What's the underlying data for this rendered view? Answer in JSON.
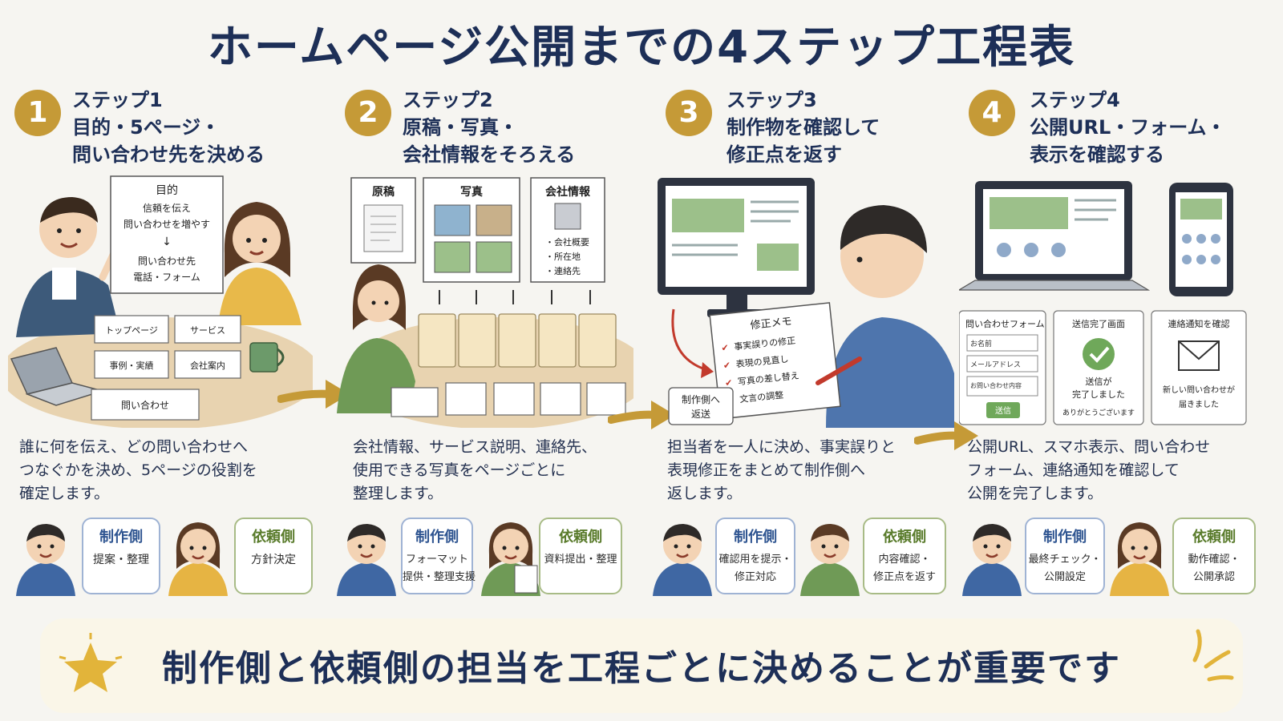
{
  "title": "ホームページ公開までの4ステップ工程表",
  "footer": "制作側と依頼側の担当を工程ごとに決めることが重要です",
  "steps": [
    {
      "num": "1",
      "title_lines": [
        "ステップ1",
        "目的・5ページ・",
        "問い合わせ先を決める"
      ],
      "note": [
        "目的",
        "信頼を伝え",
        "問い合わせを増やす",
        "↓",
        "問い合わせ先",
        "電話・フォーム"
      ],
      "cards": [
        "トップページ",
        "サービス",
        "事例・実績",
        "会社案内",
        "問い合わせ"
      ],
      "desc": [
        "誰に何を伝え、どの問い合わせへ",
        "つなぐかを決め、5ページの役割を",
        "確定します。"
      ],
      "producer": {
        "label": "制作側",
        "tasks": [
          "提案・整理"
        ]
      },
      "client": {
        "label": "依頼側",
        "tasks": [
          "方針決定"
        ]
      }
    },
    {
      "num": "2",
      "title_lines": [
        "ステップ2",
        "原稿・写真・",
        "会社情報をそろえる"
      ],
      "boxes": {
        "draft": "原稿",
        "photos": "写真",
        "company": "会社情報",
        "company_items": [
          "・会社概要",
          "・所在地",
          "・連絡先"
        ]
      },
      "desc": [
        "会社情報、サービス説明、連絡先、",
        "使用できる写真をページごとに",
        "整理します。"
      ],
      "producer": {
        "label": "制作側",
        "tasks": [
          "フォーマット",
          "提供・整理支援"
        ]
      },
      "client": {
        "label": "依頼側",
        "tasks": [
          "資料提出・整理"
        ]
      }
    },
    {
      "num": "3",
      "title_lines": [
        "ステップ3",
        "制作物を確認して",
        "修正点を返す"
      ],
      "memo": [
        "修正メモ",
        "事実誤りの修正",
        "表現の見直し",
        "写真の差し替え",
        "文言の調整"
      ],
      "return_label": [
        "制作側へ",
        "返送"
      ],
      "desc": [
        "担当者を一人に決め、事実誤りと",
        "表現修正をまとめて制作側へ",
        "返します。"
      ],
      "producer": {
        "label": "制作側",
        "tasks": [
          "確認用を提示・",
          "修正対応"
        ]
      },
      "client": {
        "label": "依頼側",
        "tasks": [
          "内容確認・",
          "修正点を返す"
        ]
      }
    },
    {
      "num": "4",
      "title_lines": [
        "ステップ4",
        "公開URL・フォーム・",
        "表示を確認する"
      ],
      "form": {
        "title": "問い合わせフォーム",
        "fields": [
          "お名前",
          "メールアドレス",
          "お問い合わせ内容"
        ],
        "submit": "送信"
      },
      "done": {
        "title": "送信完了画面",
        "lines": [
          "送信が",
          "完了しました"
        ],
        "thanks": "ありがとうございます"
      },
      "notify": {
        "title": "連絡通知を確認",
        "lines": [
          "新しい問い合わせが",
          "届きました"
        ]
      },
      "desc": [
        "公開URL、スマホ表示、問い合わせ",
        "フォーム、連絡通知を確認して",
        "公開を完了します。"
      ],
      "producer": {
        "label": "制作側",
        "tasks": [
          "最終チェック・",
          "公開設定"
        ]
      },
      "client": {
        "label": "依頼側",
        "tasks": [
          "動作確認・",
          "公開承認"
        ]
      }
    }
  ],
  "colors": {
    "navy": "#1d2f57",
    "gold": "#c59a37",
    "producer": "#2f5591",
    "client": "#597b2b"
  }
}
